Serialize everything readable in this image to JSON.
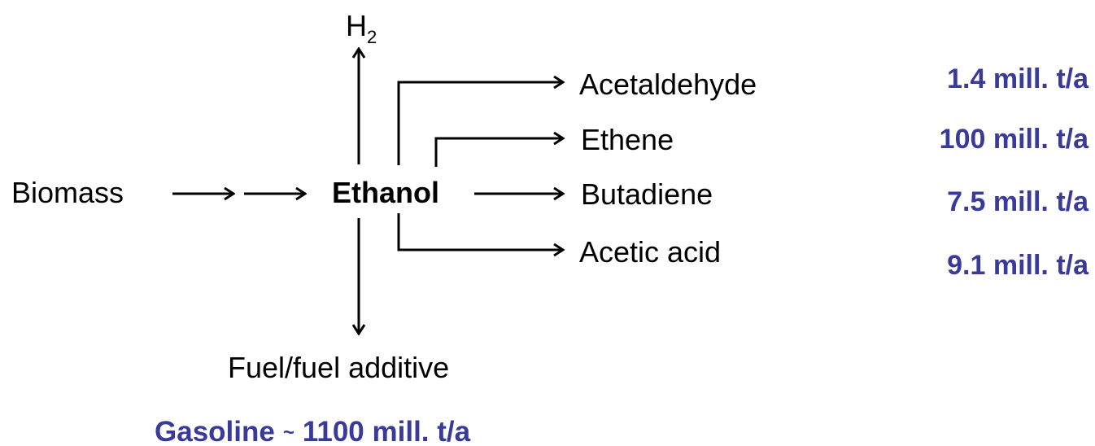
{
  "colors": {
    "text": "#000000",
    "accent": "#3a3a9a"
  },
  "nodes": {
    "source": "Biomass",
    "center": "Ethanol",
    "top_main": "H",
    "top_sub": "2",
    "bottom": "Fuel/fuel additive",
    "products": [
      {
        "name": "Acetaldehyde",
        "volume": "1.4 mill. t/a"
      },
      {
        "name": "Ethene",
        "volume": "100 mill. t/a"
      },
      {
        "name": "Butadiene",
        "volume": "7.5 mill. t/a"
      },
      {
        "name": "Acetic acid",
        "volume": "9.1 mill. t/a"
      }
    ]
  },
  "gasoline": {
    "label": "Gasoline",
    "approx": "~",
    "volume": "1100 mill. t/a"
  }
}
